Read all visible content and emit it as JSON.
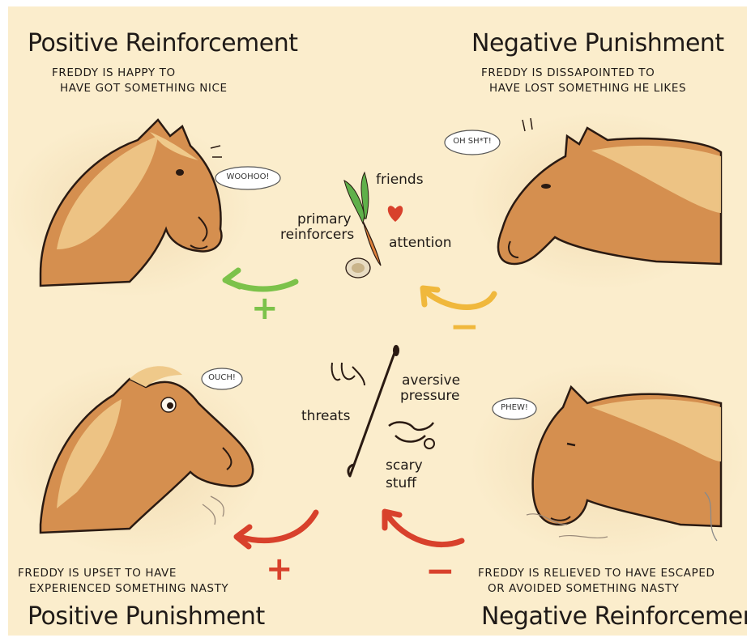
{
  "quadrants": {
    "top_left": {
      "title": "Positive Reinforcement",
      "caption_line1": "FREDDY IS HAPPY TO",
      "caption_line2": "HAVE GOT SOMETHING NICE",
      "bubble": "WOOHOO!",
      "sign": "+",
      "arrow_color": "#7cc24a"
    },
    "top_right": {
      "title": "Negative Punishment",
      "caption_line1": "FREDDY IS DISSAPOINTED TO",
      "caption_line2": "HAVE LOST SOMETHING HE LIKES",
      "bubble": "OH SH*T!",
      "sign": "−",
      "arrow_color": "#f0b83c"
    },
    "bottom_left": {
      "title": "Positive Punishment",
      "caption_line1": "FREDDY IS UPSET TO HAVE",
      "caption_line2": "EXPERIENCED SOMETHING NASTY",
      "bubble": "OUCH!",
      "sign": "+",
      "arrow_color": "#d8412c"
    },
    "bottom_right": {
      "title": "Negative Reinforcement",
      "caption_line1": "FREDDY IS RELIEVED TO HAVE ESCAPED",
      "caption_line2": "OR AVOIDED SOMETHING NASTY",
      "bubble": "PHEW!",
      "sign": "−",
      "arrow_color": "#d8412c"
    }
  },
  "center_top": {
    "friends": "friends",
    "primary_line1": "primary",
    "primary_line2": "reinforcers",
    "attention": "attention"
  },
  "center_bottom": {
    "aversive_line1": "aversive",
    "aversive_line2": "pressure",
    "threats": "threats",
    "scary_line1": "scary",
    "scary_line2": "stuff"
  },
  "colors": {
    "background": "#fbedcc",
    "horse": "#d58f4f",
    "mane": "#efc98a",
    "outline": "#2a1a12"
  }
}
